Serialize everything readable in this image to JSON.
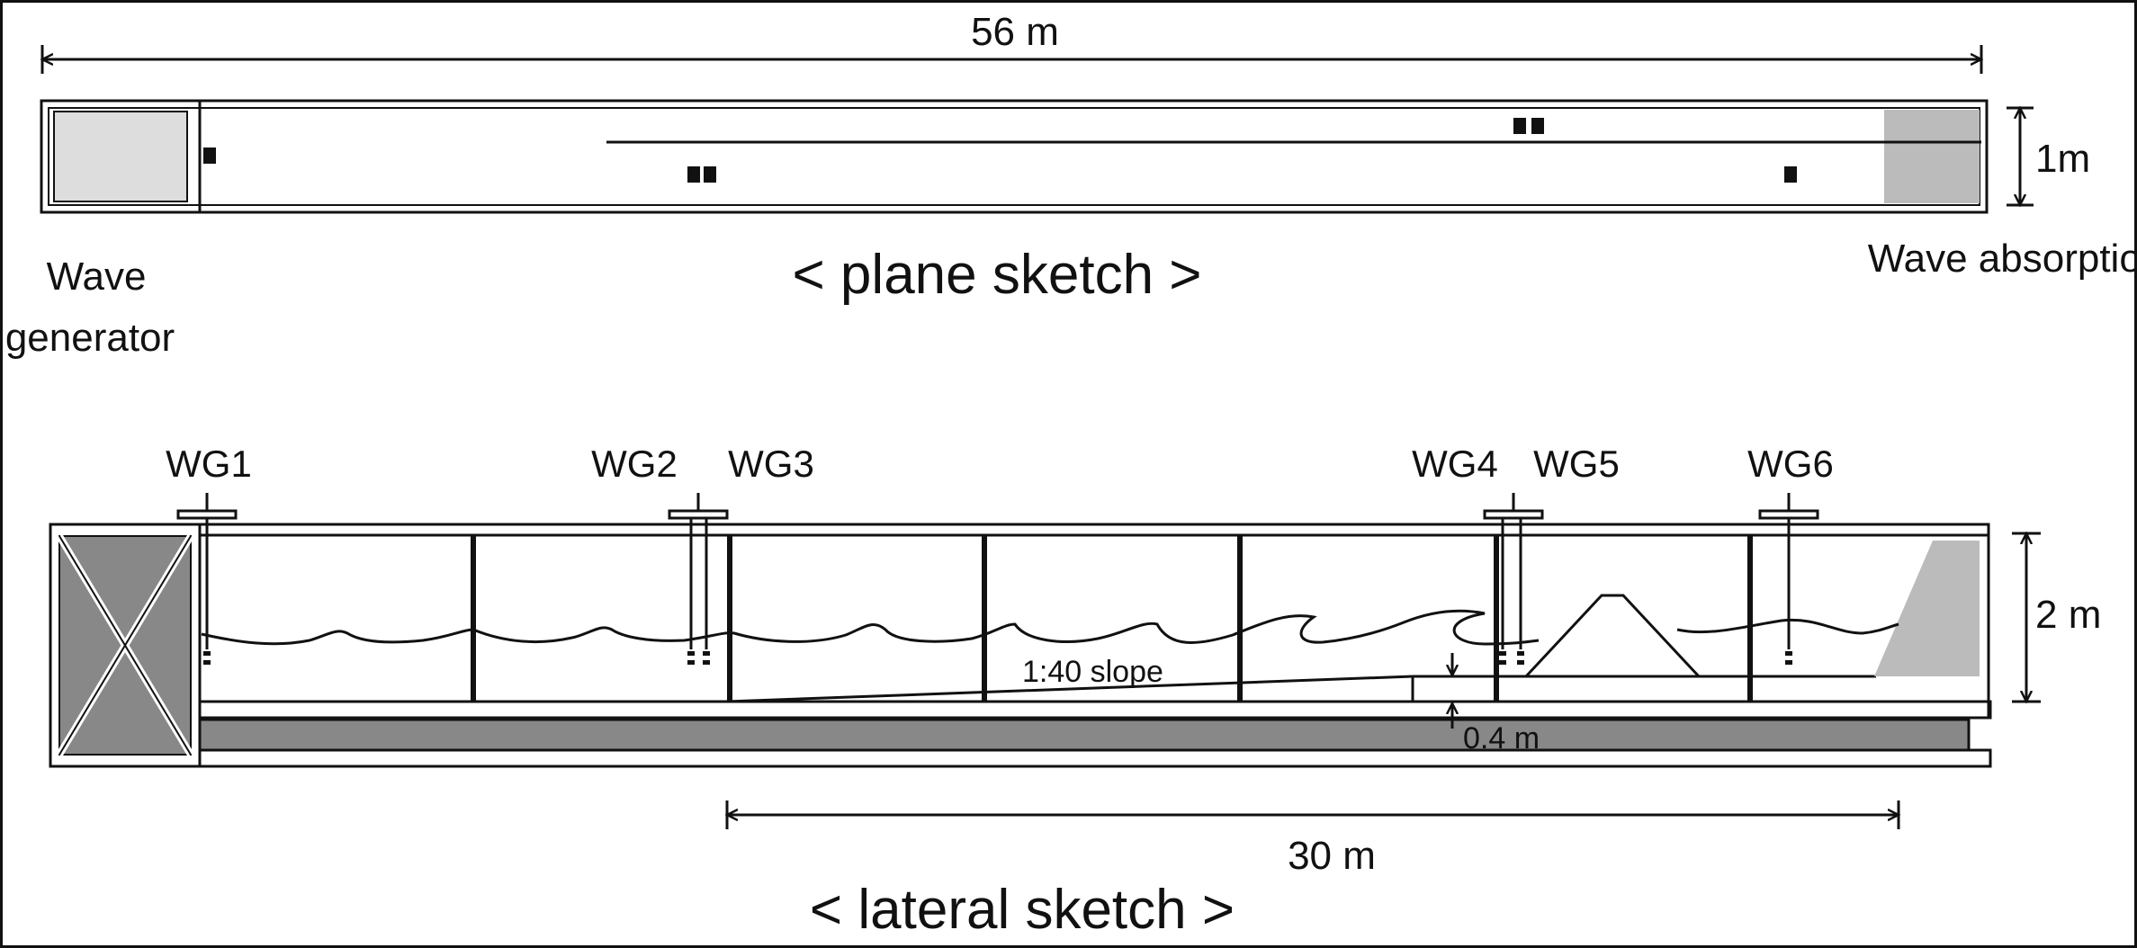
{
  "plane": {
    "length_label": "56 m",
    "width_label": "1m",
    "title": "< plane sketch >",
    "generator_label_line1": "Wave",
    "generator_label_line2": "generator",
    "absorption_label": "Wave absorption"
  },
  "lateral": {
    "gauges": [
      "WG1",
      "WG2",
      "WG3",
      "WG4",
      "WG5",
      "WG6"
    ],
    "height_label": "2 m",
    "slope_label": "1:40 slope",
    "step_label": "0.4 m",
    "distance_label": "30 m",
    "title": "< lateral sketch >"
  },
  "colors": {
    "line": "#111111",
    "generator_fill_plane": "#dddddd",
    "generator_fill_lateral": "#888888",
    "absorber_fill": "#bbbbbb",
    "floor_fill": "#888888"
  }
}
